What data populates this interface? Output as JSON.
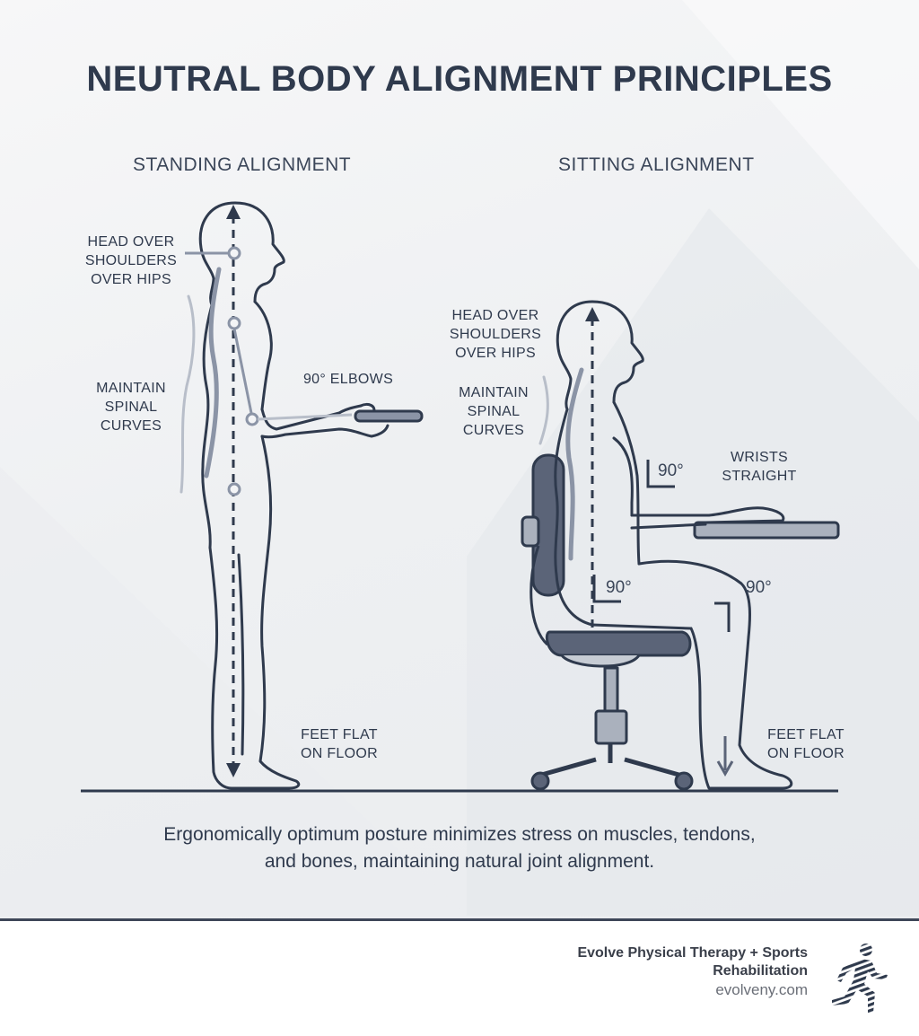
{
  "title": "NEUTRAL BODY ALIGNMENT PRINCIPLES",
  "standing": {
    "heading": "STANDING ALIGNMENT",
    "head_label": [
      "HEAD OVER",
      "SHOULDERS",
      "OVER HIPS"
    ],
    "spine_label": [
      "MAINTAIN",
      "SPINAL",
      "CURVES"
    ],
    "elbow_label": "90° ELBOWS",
    "feet_label": [
      "FEET FLAT",
      "ON FLOOR"
    ]
  },
  "sitting": {
    "heading": "SITTING ALIGNMENT",
    "head_label": [
      "HEAD OVER",
      "SHOULDERS",
      "OVER HIPS"
    ],
    "spine_label": [
      "MAINTAIN",
      "SPINAL",
      "CURVES"
    ],
    "wrists_label": [
      "WRISTS",
      "STRAIGHT"
    ],
    "elbow_angle": "90°",
    "hip_angle": "90°",
    "knee_angle": "90°",
    "feet_label": [
      "FEET FLAT",
      "ON FLOOR"
    ]
  },
  "caption": [
    "Ergonomically optimum posture minimizes stress on muscles, tendons,",
    "and bones, maintaining natural joint alignment."
  ],
  "footer": {
    "brand_name": [
      "Evolve Physical Therapy + Sports",
      "Rehabilitation"
    ],
    "url": "evolveny.com",
    "logo_icon": "running-figure-icon"
  },
  "colors": {
    "ink": "#2f3a4d",
    "accent_line": "#8b94a6",
    "chair": "#5b6478",
    "footer_rule": "#3e4658"
  }
}
